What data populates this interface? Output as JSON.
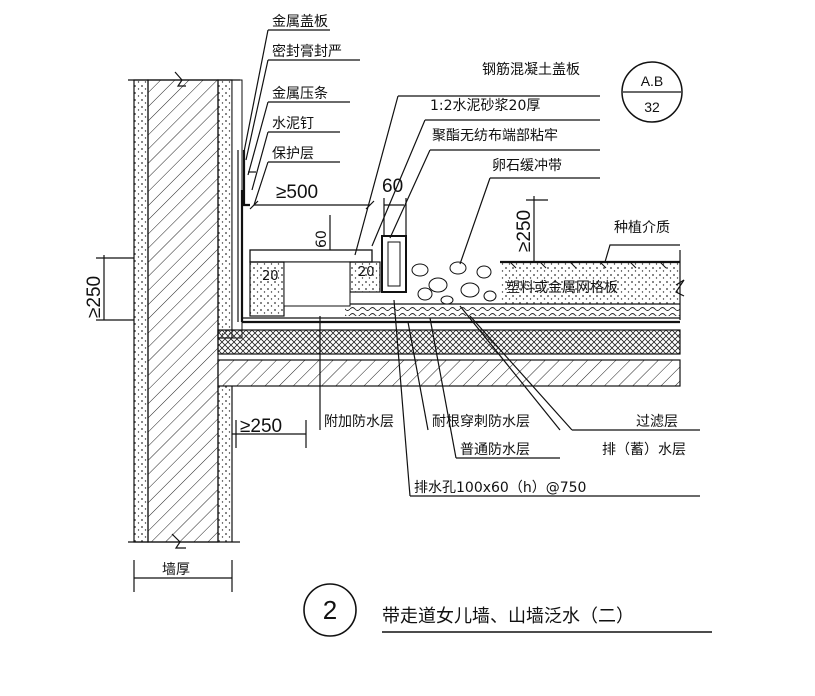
{
  "labels": {
    "metal_cover": "金属盖板",
    "sealant": "密封膏封严",
    "rc_cover": "钢筋混凝土盖板",
    "metal_bead": "金属压条",
    "mortar": "1:2水泥砂浆20厚",
    "cement_nail": "水泥钉",
    "polyester_bond": "聚酯无纺布端部粘牢",
    "protect_layer": "保护层",
    "pebble_belt": "卵石缓冲带",
    "plant_medium": "种植介质",
    "mesh_board": "塑料或金属网格板",
    "extra_waterproof": "附加防水层",
    "root_waterproof": "耐根穿刺防水层",
    "filter_layer": "过滤层",
    "normal_waterproof": "普通防水层",
    "drain_layer": "排（蓄）水层",
    "drain_hole": "排水孔100x60（h）@750",
    "wall_thickness": "墙厚"
  },
  "dimensions": {
    "ge500": "≥500",
    "d60_top": "60",
    "d60_side": "60",
    "ge250_left": "≥250",
    "ge250_mid": "≥250",
    "ge250_bottom": "≥250",
    "d20_a": "20",
    "d20_b": "20"
  },
  "reference": {
    "top": "A.B",
    "bottom": "32"
  },
  "title": {
    "number": "2",
    "text": "带走道女儿墙、山墙泛水（二）"
  }
}
